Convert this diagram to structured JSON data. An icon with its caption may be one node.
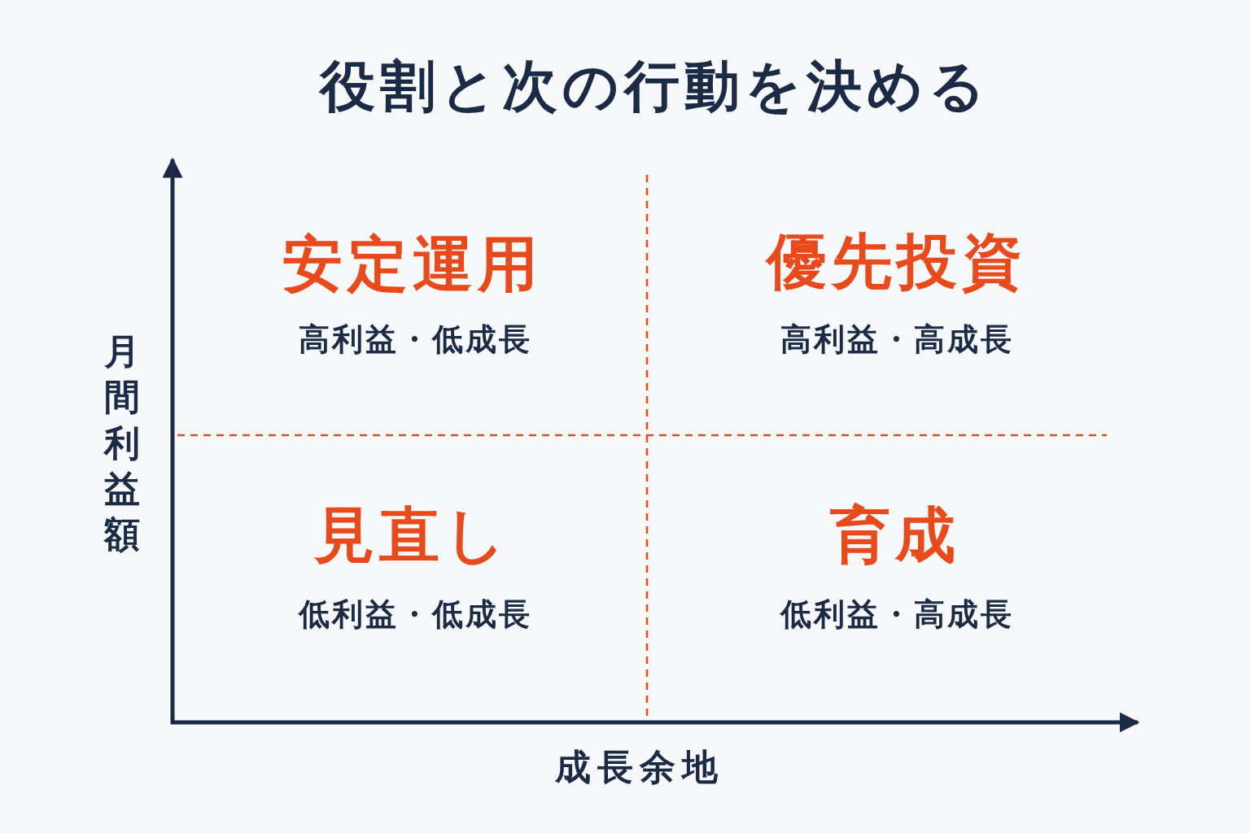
{
  "diagram": {
    "title": "役割と次の行動を決める",
    "labels": [
      "月間利益額",
      "安定運用",
      "高利益・低成長",
      "優先投資",
      "高利益・高成長",
      "見直し",
      "低利益・低成長",
      "育成",
      "低利益・高成長",
      "成長余地"
    ]
  }
}
